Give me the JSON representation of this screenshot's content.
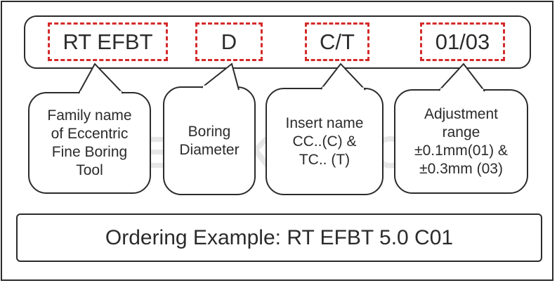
{
  "code_segments": [
    {
      "id": "family",
      "text": "RT EFBT"
    },
    {
      "id": "diameter",
      "text": "D"
    },
    {
      "id": "insert",
      "text": "C/T"
    },
    {
      "id": "adjustment",
      "text": "01/03"
    }
  ],
  "callouts": [
    {
      "id": "family",
      "text": "Family name\nof Eccentric\nFine Boring\nTool"
    },
    {
      "id": "diameter",
      "text": "Boring\nDiameter"
    },
    {
      "id": "insert",
      "text": "Insert name\nCC..(C) &\nTC.. (T)"
    },
    {
      "id": "adjustment",
      "text": "Adjustment\nrange\n±0.1mm(01) &\n±0.3mm (03)"
    }
  ],
  "watermark": {
    "brand": "RENUKATOOLS",
    "registered_mark": "®"
  },
  "footer": {
    "example": "Ordering Example: RT EFBT 5.0 C01"
  },
  "colors": {
    "dashed_highlight": "#d42a2a",
    "outline": "#2b2b2b",
    "watermark": "#aaaaaa"
  }
}
